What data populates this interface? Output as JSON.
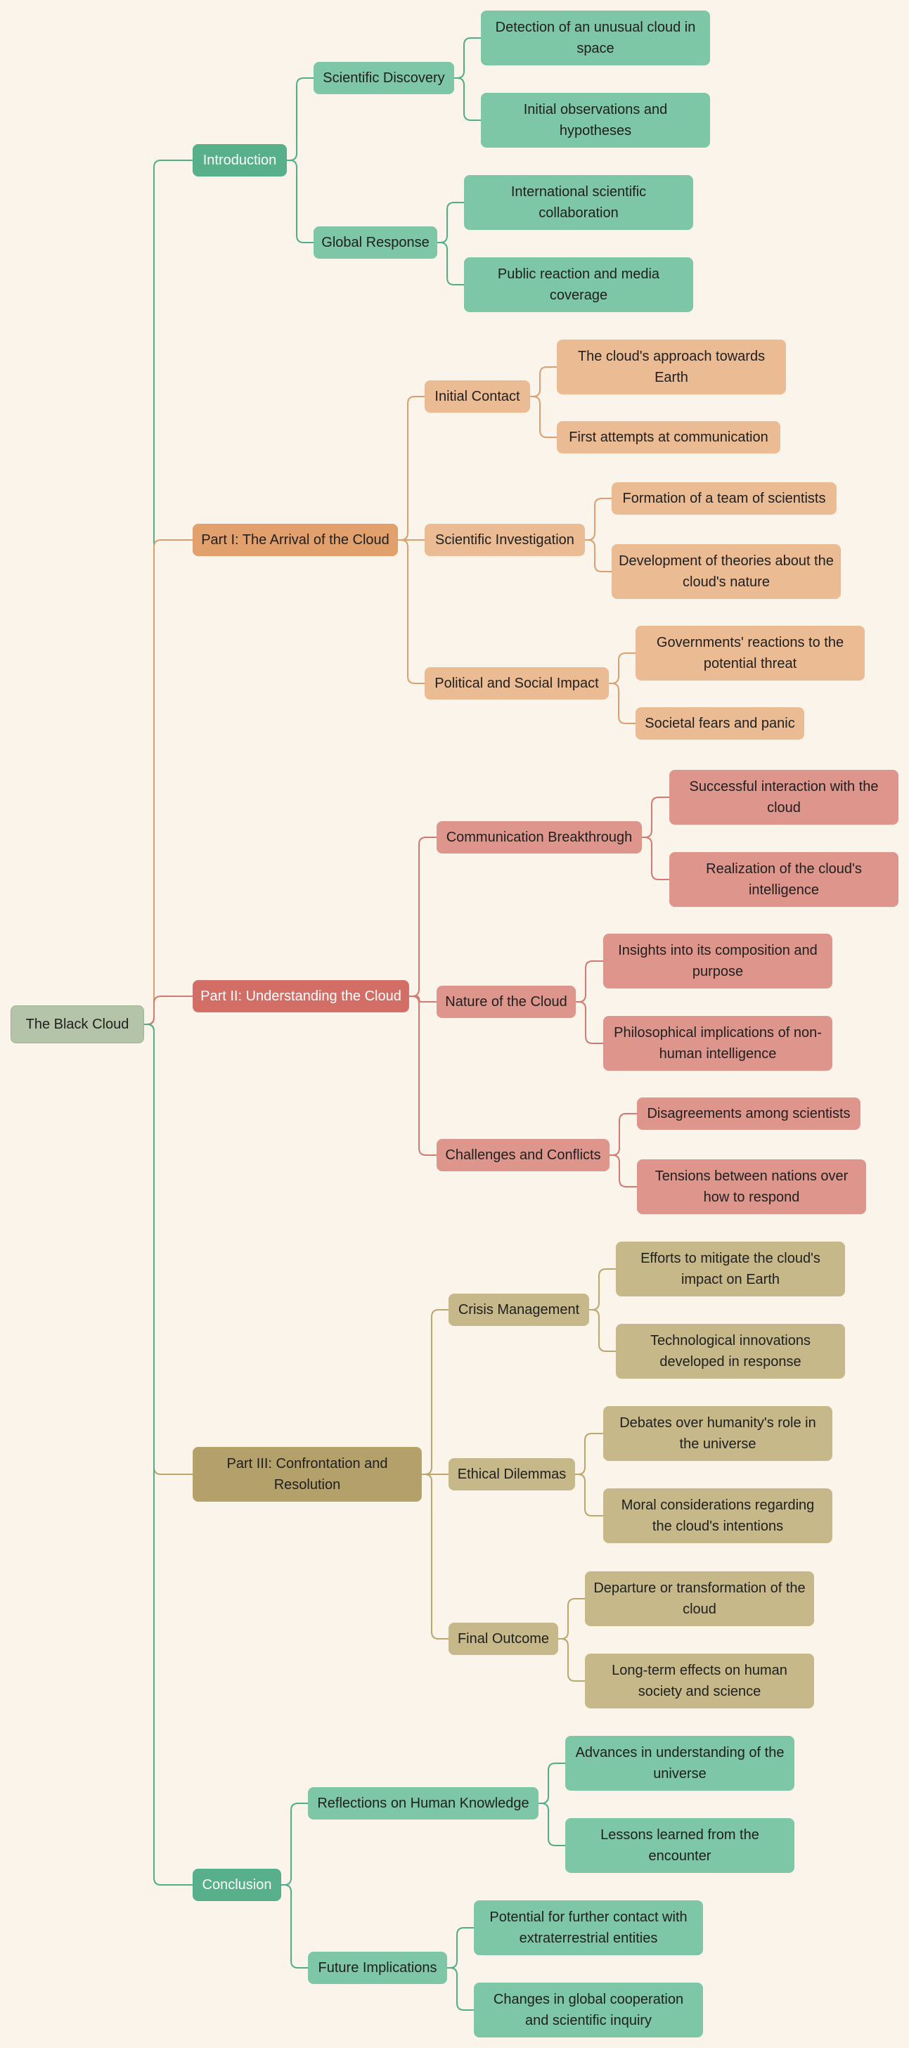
{
  "root": "The Black Cloud",
  "branches": [
    {
      "label": "Introduction",
      "children": [
        {
          "label": "Scientific Discovery",
          "children": [
            "Detection of an unusual cloud in space",
            "Initial observations and hypotheses"
          ]
        },
        {
          "label": "Global Response",
          "children": [
            "International scientific collaboration",
            "Public reaction and media coverage"
          ]
        }
      ]
    },
    {
      "label": "Part I: The Arrival of the Cloud",
      "children": [
        {
          "label": "Initial Contact",
          "children": [
            "The cloud's approach towards Earth",
            "First attempts at communication"
          ]
        },
        {
          "label": "Scientific Investigation",
          "children": [
            "Formation of a team of scientists",
            "Development of theories about the cloud's nature"
          ]
        },
        {
          "label": "Political and Social Impact",
          "children": [
            "Governments' reactions to the potential threat",
            "Societal fears and panic"
          ]
        }
      ]
    },
    {
      "label": "Part II: Understanding the Cloud",
      "children": [
        {
          "label": "Communication Breakthrough",
          "children": [
            "Successful interaction with the cloud",
            "Realization of the cloud's intelligence"
          ]
        },
        {
          "label": "Nature of the Cloud",
          "children": [
            "Insights into its composition and purpose",
            "Philosophical implications of non-human intelligence"
          ]
        },
        {
          "label": "Challenges and Conflicts",
          "children": [
            "Disagreements among scientists",
            "Tensions between nations over how to respond"
          ]
        }
      ]
    },
    {
      "label": "Part III: Confrontation and Resolution",
      "children": [
        {
          "label": "Crisis Management",
          "children": [
            "Efforts to mitigate the cloud's impact on Earth",
            "Technological innovations developed in response"
          ]
        },
        {
          "label": "Ethical Dilemmas",
          "children": [
            "Debates over humanity's role in the universe",
            "Moral considerations regarding the cloud's intentions"
          ]
        },
        {
          "label": "Final Outcome",
          "children": [
            "Departure or transformation of the cloud",
            "Long-term effects on human society and science"
          ]
        }
      ]
    },
    {
      "label": "Conclusion",
      "children": [
        {
          "label": "Reflections on Human Knowledge",
          "children": [
            "Advances in understanding of the universe",
            "Lessons learned from the encounter"
          ]
        },
        {
          "label": "Future Implications",
          "children": [
            "Potential for further contact with extraterrestrial entities",
            "Changes in global cooperation and scientific inquiry"
          ]
        }
      ]
    }
  ],
  "colors": {
    "background": "#faf4ea",
    "root": "#b4c4a8",
    "root_line": "#4f9a78",
    "green": {
      "branch": "#57b08a",
      "node": "#7dc6a6",
      "line": "#4faf86"
    },
    "orange": {
      "branch": "#e1a06c",
      "node": "#ebbb94",
      "line": "#dca070"
    },
    "red": {
      "branch": "#d26e66",
      "node": "#de958c",
      "line": "#d27a72"
    },
    "khaki": {
      "branch": "#b3a06a",
      "node": "#c7b88a",
      "line": "#bba66c"
    }
  }
}
